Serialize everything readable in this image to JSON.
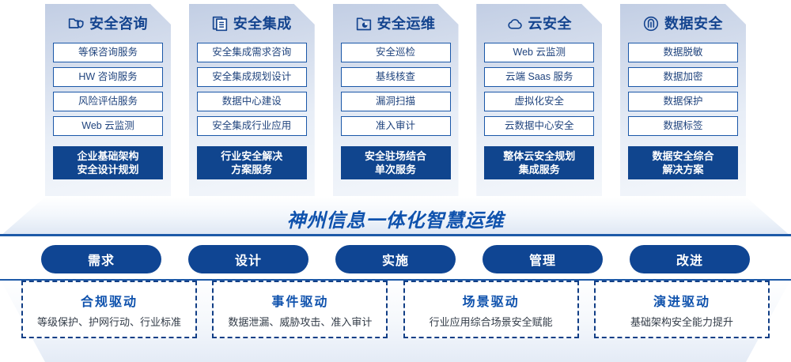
{
  "pillars": [
    {
      "icon": "folder-shield-icon",
      "title": "安全咨询",
      "items": [
        "等保咨询服务",
        "HW 咨询服务",
        "风险评估服务",
        "Web 云监测"
      ],
      "highlight": [
        "企业基础架构",
        "安全设计规划"
      ]
    },
    {
      "icon": "stacked-documents-icon",
      "title": "安全集成",
      "items": [
        "安全集成需求咨询",
        "安全集成规划设计",
        "数据中心建设",
        "安全集成行业应用"
      ],
      "highlight": [
        "行业安全解决",
        "方案服务"
      ]
    },
    {
      "icon": "folder-chart-icon",
      "title": "安全运维",
      "items": [
        "安全巡检",
        "基线核查",
        "漏洞扫描",
        "准入审计"
      ],
      "highlight": [
        "安全驻场结合",
        "单次服务"
      ]
    },
    {
      "icon": "cloud-icon",
      "title": "云安全",
      "items": [
        "Web 云监测",
        "云端 Saas 服务",
        "虚拟化安全",
        "云数据中心安全"
      ],
      "highlight": [
        "整体云安全规划",
        "集成服务"
      ]
    },
    {
      "icon": "fingerprint-icon",
      "title": "数据安全",
      "items": [
        "数据脱敏",
        "数据加密",
        "数据保护",
        "数据标签"
      ],
      "highlight": [
        "数据安全综合",
        "解决方案"
      ]
    }
  ],
  "banner": {
    "text": "神州信息一体化智慧运维"
  },
  "phases": [
    {
      "label": "需求"
    },
    {
      "label": "设计"
    },
    {
      "label": "实施"
    },
    {
      "label": "管理"
    },
    {
      "label": "改进"
    }
  ],
  "drivers": [
    {
      "title": "合规驱动",
      "subtitle": "等级保护、护网行动、行业标准"
    },
    {
      "title": "事件驱动",
      "subtitle": "数据泄漏、威胁攻击、准入审计"
    },
    {
      "title": "场景驱动",
      "subtitle": "行业应用综合场景安全赋能"
    },
    {
      "title": "演进驱动",
      "subtitle": "基础架构安全能力提升"
    }
  ],
  "colors": {
    "brand_blue": "#10458e",
    "title_blue": "#14448f",
    "banner_blue": "#0f52ad",
    "item_border": "#1a57a8",
    "pill_blue": "#0f4593"
  }
}
